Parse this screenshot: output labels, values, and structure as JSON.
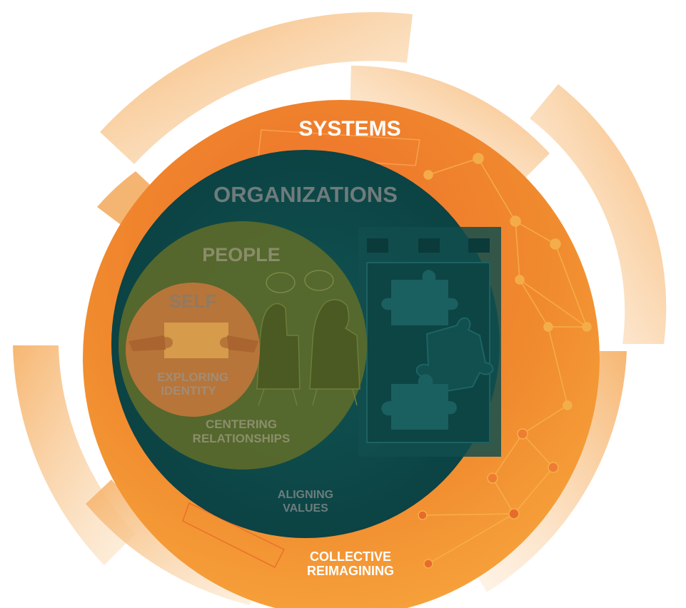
{
  "diagram": {
    "levels": {
      "systems": "SYSTEMS",
      "organizations": "ORGANIZATIONS",
      "people": "PEOPLE",
      "self": "SELF"
    },
    "practices": {
      "self_line1": "EXPLORING",
      "self_line2": "IDENTITY",
      "people_line1": "CENTERING",
      "people_line2": "RELATIONSHIPS",
      "org_line1": "ALIGNING",
      "org_line2": "VALUES",
      "systems_line1": "COLLECTIVE",
      "systems_line2": "REIMAGINING"
    },
    "colors": {
      "systems_outer": "#ef7a2b",
      "systems_light": "#f6a24a",
      "arcs": "#f7c184",
      "organizations": "#0e4a4a",
      "people": "#5b6a2a",
      "self": "#c0763c",
      "label_gray": "#6f7b7b",
      "label_white": "#ffffff"
    }
  }
}
